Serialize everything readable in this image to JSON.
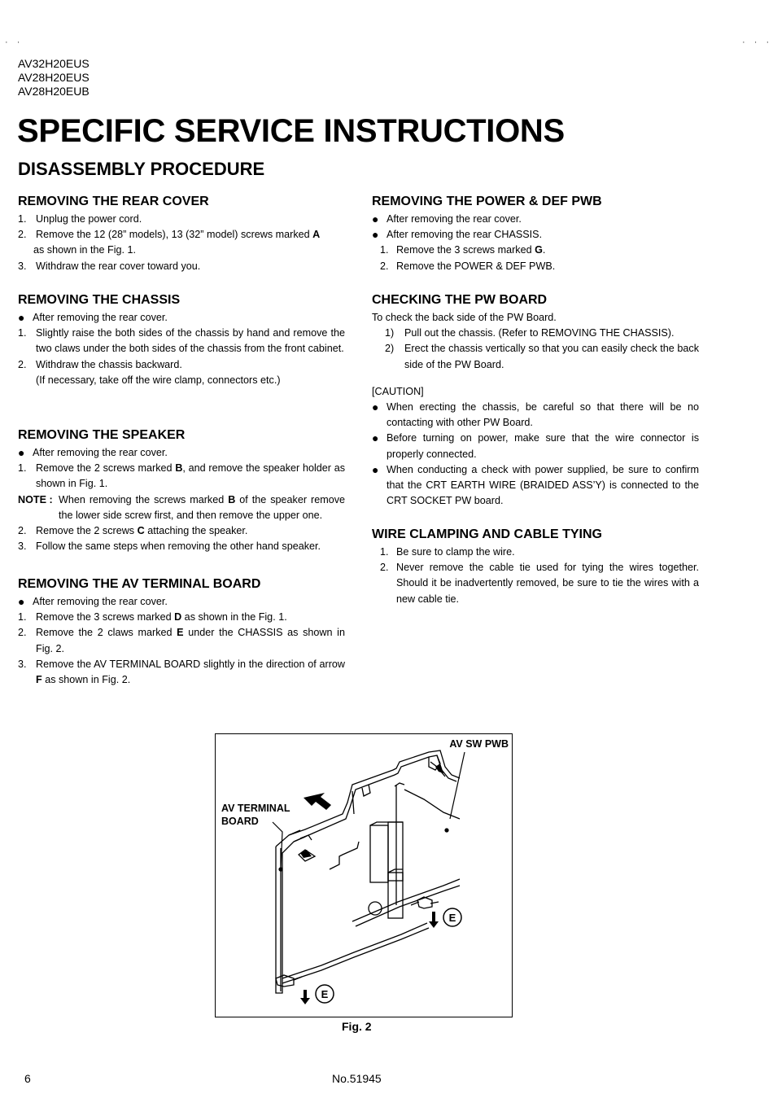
{
  "header": {
    "models": [
      "AV32H20EUS",
      "AV28H20EUS",
      "AV28H20EUB"
    ],
    "title": "SPECIFIC SERVICE INSTRUCTIONS",
    "subtitle": "DISASSEMBLY PROCEDURE"
  },
  "rear_cover": {
    "title": "REMOVING THE REAR COVER",
    "items": [
      {
        "n": "1.",
        "t": "Unplug the power cord."
      },
      {
        "n": "2.",
        "t": "Remove the 12 (28” models), 13 (32” model) screws marked ",
        "b": "A"
      },
      {
        "n": "3.",
        "t": "Withdraw the rear cover toward you."
      }
    ],
    "item2_cont": "as shown in the Fig. 1."
  },
  "chassis": {
    "title": "REMOVING THE CHASSIS",
    "bullet": "After removing the rear cover.",
    "item1_n": "1.",
    "item1": "Slightly raise the both sides of the chassis by hand and remove the two claws under the both sides of the chassis from the front cabinet.",
    "item2_n": "2.",
    "item2": "Withdraw the chassis backward.",
    "item2_sub": "(If necessary, take off the wire clamp, connectors etc.)"
  },
  "speaker": {
    "title": "REMOVING THE SPEAKER",
    "bullet": "After removing the rear cover.",
    "item1_n": "1.",
    "item1_a": "Remove the 2 screws marked ",
    "item1_b": "B",
    "item1_c": ", and remove the speaker holder as shown in Fig. 1.",
    "note_label": "NOTE :",
    "note_a": "When removing the screws marked ",
    "note_b": "B",
    "note_c": " of the speaker remove the lower side screw first, and then remove the upper one.",
    "item2_n": "2.",
    "item2_a": "Remove the 2 screws ",
    "item2_b": "C",
    "item2_c": " attaching the speaker.",
    "item3_n": "3.",
    "item3": "Follow the same steps when removing the other hand speaker."
  },
  "av_terminal": {
    "title": "REMOVING THE AV TERMINAL BOARD",
    "bullet": "After removing the rear cover.",
    "item1_n": "1.",
    "item1_a": "Remove the 3 screws marked ",
    "item1_b": "D",
    "item1_c": " as shown in the Fig. 1.",
    "item2_n": "2.",
    "item2_a": "Remove the 2 claws marked ",
    "item2_b": "E",
    "item2_c": " under the CHASSIS as shown in Fig. 2.",
    "item3_n": "3.",
    "item3_a": "Remove the AV TERMINAL BOARD slightly in the direction of arrow ",
    "item3_b": "F",
    "item3_c": " as shown in Fig. 2."
  },
  "power_def": {
    "title": "REMOVING THE POWER & DEF PWB",
    "bullets": [
      "After removing the rear cover.",
      "After removing the rear CHASSIS."
    ],
    "item1_n": "1.",
    "item1_a": "Remove the 3 screws marked ",
    "item1_b": "G",
    "item1_c": ".",
    "item2_n": "2.",
    "item2": "Remove the POWER & DEF PWB."
  },
  "pw_board": {
    "title": "CHECKING THE PW BOARD",
    "intro": "To check the back side of the PW Board.",
    "items": [
      {
        "n": "1)",
        "t": "Pull out the chassis. (Refer to REMOVING THE CHASSIS)."
      },
      {
        "n": "2)",
        "t": "Erect the chassis vertically so that you can easily check the back side of the PW Board."
      }
    ],
    "caution_label": "[CAUTION]",
    "cautions": [
      "When erecting the chassis, be careful so that there will be no contacting with other PW Board.",
      "Before turning on power, make sure that the wire connector is properly connected.",
      "When conducting a check with power supplied, be sure to confirm that the CRT EARTH WIRE (BRAIDED ASS’Y) is connected to the CRT SOCKET PW board."
    ]
  },
  "wire_clamping": {
    "title": "WIRE CLAMPING AND CABLE TYING",
    "items": [
      {
        "n": "1.",
        "t": "Be sure to clamp the wire."
      },
      {
        "n": "2.",
        "t": "Never remove the cable tie used for tying the wires together. Should it be inadvertently removed, be sure to tie the wires with a new cable tie."
      }
    ]
  },
  "figure": {
    "label_av_sw": "AV SW PWB",
    "label_av_terminal_1": "AV TERMINAL",
    "label_av_terminal_2": "BOARD",
    "marker_e": "E",
    "caption": "Fig. 2"
  },
  "footer": {
    "page_number": "6",
    "doc_number": "No.51945"
  }
}
